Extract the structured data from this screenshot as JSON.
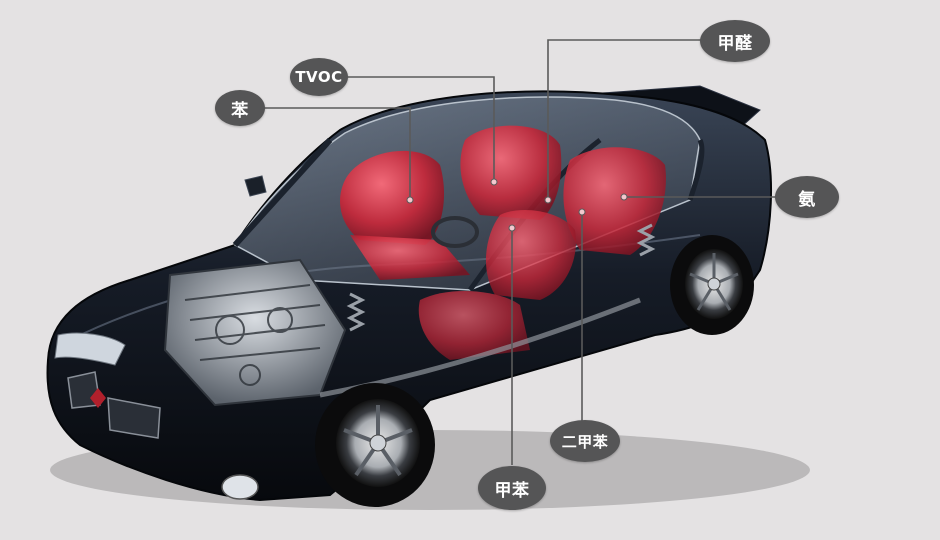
{
  "labels": {
    "benzene": "苯",
    "tvoc": "TVOC",
    "formaldehyde": "甲醛",
    "ammonia": "氨",
    "xylene": "二甲苯",
    "toluene": "甲苯"
  },
  "colors": {
    "background": "#e4e2e3",
    "tag_fill": "#555556",
    "tag_text": "#ffffff",
    "leader_line": "#5a5a5a",
    "seat_red": "#c8283a",
    "car_body": "#141a24"
  }
}
